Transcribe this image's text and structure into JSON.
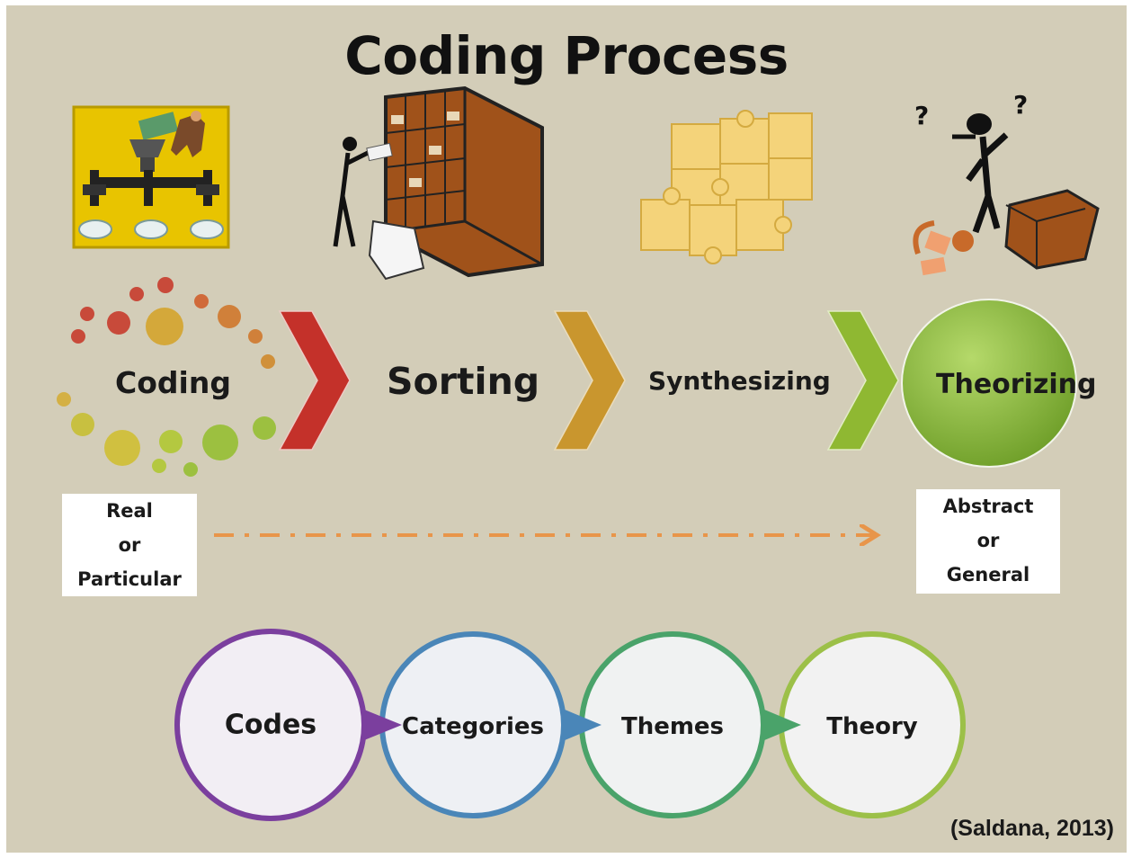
{
  "title": "Coding Process",
  "stages": [
    {
      "label": "Coding",
      "icon": "funnel-pipeline-icon"
    },
    {
      "label": "Sorting",
      "icon": "filing-shelf-icon"
    },
    {
      "label": "Synthesizing",
      "icon": "puzzle-pieces-icon"
    },
    {
      "label": "Theorizing",
      "icon": "thinking-person-icon"
    }
  ],
  "continuum": {
    "start": [
      "Real",
      "or",
      "Particular"
    ],
    "end": [
      "Abstract",
      "or",
      "General"
    ]
  },
  "progression": [
    "Codes",
    "Categories",
    "Themes",
    "Theory"
  ],
  "citation": "(Saldana, 2013)",
  "colors": {
    "background": "#d3cdb8",
    "chevron_red": "#c4312a",
    "chevron_gold": "#c9962e",
    "chevron_green": "#8fb832",
    "theorizing_circle": "#8cbc3a",
    "codes_ring": "#7b3f9e",
    "categories_ring": "#4a86b8",
    "themes_ring": "#4aa36a",
    "theory_ring": "#9cc048",
    "dashed_arrow": "#e8954a"
  }
}
